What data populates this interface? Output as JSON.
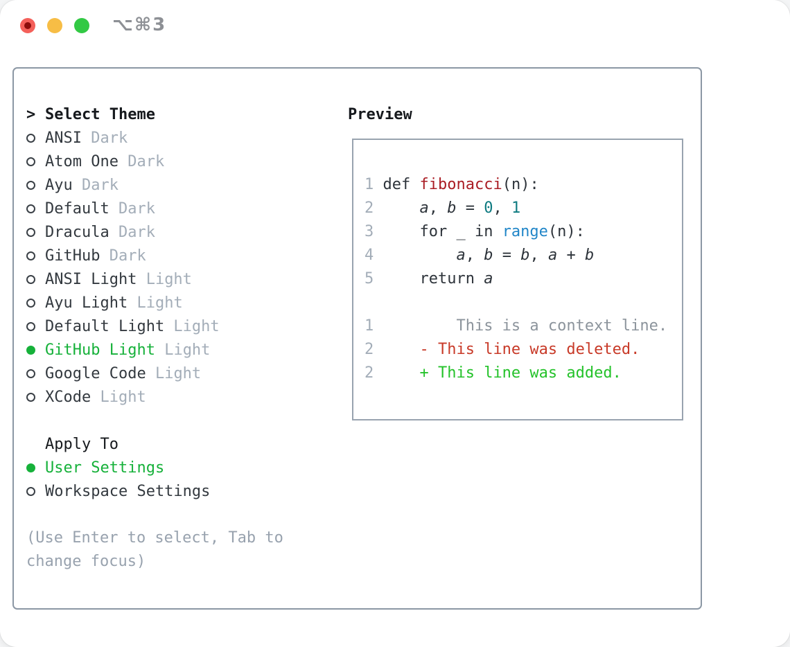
{
  "window": {
    "shortcut": "⌥⌘3",
    "traffic_lights": [
      "close",
      "minimize",
      "zoom"
    ]
  },
  "colors": {
    "accent_green": "#16b13a",
    "text_dark": "#2d333a",
    "text_muted": "#a3adb8",
    "hint_gray": "#98a2ae",
    "border_gray": "#8b97a4",
    "line_number": "#a3adb8",
    "code_plain": "#2d333a",
    "code_function_red": "#aa1d24",
    "code_builtin_blue": "#2186c8",
    "code_number_teal": "#0d7a80",
    "diff_context": "#8c949c",
    "diff_deleted": "#c83a28",
    "diff_added": "#24c22a",
    "traffic_red": "#f4605a",
    "traffic_yellow": "#f7bd45",
    "traffic_green": "#32c944"
  },
  "theme_panel": {
    "prompt": ">",
    "title": "Select Theme",
    "items": [
      {
        "name": "ANSI",
        "variant": "Dark",
        "selected": false
      },
      {
        "name": "Atom One",
        "variant": "Dark",
        "selected": false
      },
      {
        "name": "Ayu",
        "variant": "Dark",
        "selected": false
      },
      {
        "name": "Default",
        "variant": "Dark",
        "selected": false
      },
      {
        "name": "Dracula",
        "variant": "Dark",
        "selected": false
      },
      {
        "name": "GitHub",
        "variant": "Dark",
        "selected": false
      },
      {
        "name": "ANSI Light",
        "variant": "Light",
        "selected": false
      },
      {
        "name": "Ayu Light",
        "variant": "Light",
        "selected": false
      },
      {
        "name": "Default Light",
        "variant": "Light",
        "selected": false
      },
      {
        "name": "GitHub Light",
        "variant": "Light",
        "selected": true
      },
      {
        "name": "Google Code",
        "variant": "Light",
        "selected": false
      },
      {
        "name": "XCode",
        "variant": "Light",
        "selected": false
      }
    ],
    "apply_to": {
      "title": "Apply To",
      "options": [
        {
          "label": "User Settings",
          "selected": true
        },
        {
          "label": "Workspace Settings",
          "selected": false
        }
      ]
    },
    "hint_lines": [
      "(Use Enter to select, Tab to",
      "change focus)"
    ]
  },
  "preview": {
    "title": "Preview",
    "code_lines": [
      {
        "num": "1",
        "tokens": [
          {
            "text": "def ",
            "style": "plain"
          },
          {
            "text": "fibonacci",
            "style": "func"
          },
          {
            "text": "(n):",
            "style": "plain"
          }
        ]
      },
      {
        "num": "2",
        "tokens": [
          {
            "text": "    ",
            "style": "plain"
          },
          {
            "text": "a",
            "style": "var"
          },
          {
            "text": ", ",
            "style": "plain"
          },
          {
            "text": "b",
            "style": "var"
          },
          {
            "text": " = ",
            "style": "plain"
          },
          {
            "text": "0",
            "style": "number"
          },
          {
            "text": ", ",
            "style": "plain"
          },
          {
            "text": "1",
            "style": "number"
          }
        ]
      },
      {
        "num": "3",
        "tokens": [
          {
            "text": "    for _ in ",
            "style": "plain"
          },
          {
            "text": "range",
            "style": "builtin"
          },
          {
            "text": "(n):",
            "style": "plain"
          }
        ]
      },
      {
        "num": "4",
        "tokens": [
          {
            "text": "        ",
            "style": "plain"
          },
          {
            "text": "a",
            "style": "var"
          },
          {
            "text": ", ",
            "style": "plain"
          },
          {
            "text": "b",
            "style": "var"
          },
          {
            "text": " = ",
            "style": "plain"
          },
          {
            "text": "b",
            "style": "var"
          },
          {
            "text": ", ",
            "style": "plain"
          },
          {
            "text": "a",
            "style": "var"
          },
          {
            "text": " + ",
            "style": "plain"
          },
          {
            "text": "b",
            "style": "var"
          }
        ]
      },
      {
        "num": "5",
        "tokens": [
          {
            "text": "    return ",
            "style": "plain"
          },
          {
            "text": "a",
            "style": "var"
          }
        ]
      }
    ],
    "diff_lines": [
      {
        "num": "1",
        "style": "context",
        "text": "        This is a context line."
      },
      {
        "num": "2",
        "style": "deleted",
        "text": "    - This line was deleted."
      },
      {
        "num": "2",
        "style": "added",
        "text": "    + This line was added."
      }
    ]
  }
}
